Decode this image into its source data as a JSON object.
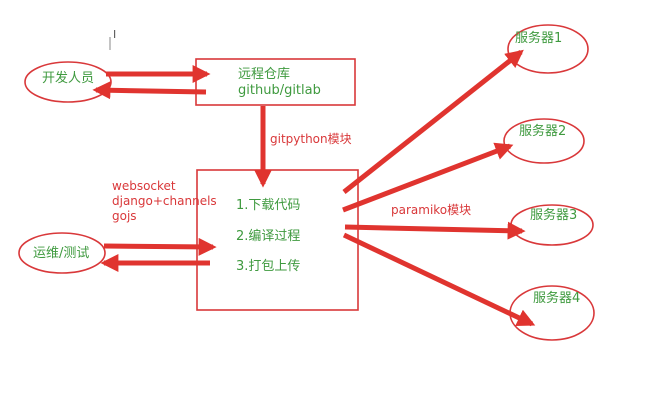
{
  "nodes": {
    "developer": "开发人员",
    "repo_line1": "远程仓库",
    "repo_line2": "github/gitlab",
    "ops": "运维/测试",
    "steps": [
      "1.下载代码",
      "2.编译过程",
      "3.打包上传"
    ],
    "servers": [
      "服务器1",
      "服务器2",
      "服务器3",
      "服务器4"
    ]
  },
  "labels": {
    "gitpython": "gitpython模块",
    "tech_line1": "websocket",
    "tech_line2": "django+channels",
    "tech_line3": "gojs",
    "paramiko": "paramiko模块"
  },
  "cursor_glyph": "I",
  "colors": {
    "shape_stroke": "#d9383a",
    "arrow": "#e0342f",
    "node_text": "#3f9a3f",
    "label_text": "#d9383a"
  }
}
